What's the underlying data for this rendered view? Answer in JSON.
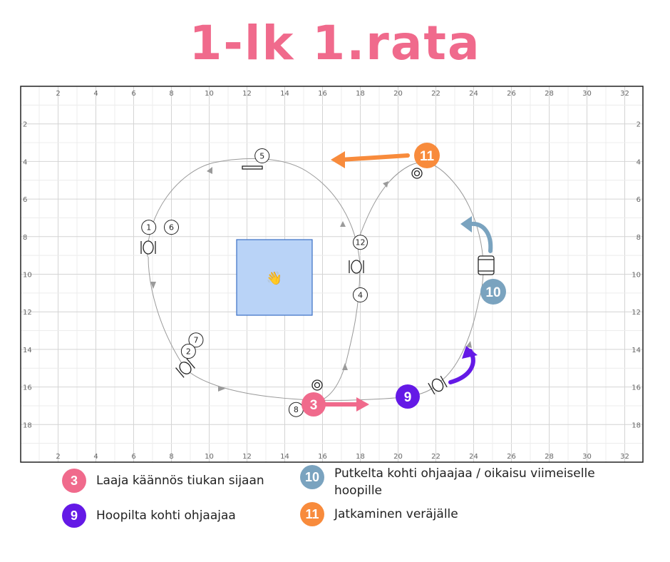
{
  "title": "1-lk 1.rata",
  "grid": {
    "x_labels": [
      "2",
      "4",
      "6",
      "8",
      "10",
      "12",
      "14",
      "16",
      "18",
      "20",
      "22",
      "24",
      "26",
      "28",
      "30",
      "32"
    ],
    "y_labels": [
      "2",
      "4",
      "6",
      "8",
      "10",
      "12",
      "14",
      "16",
      "18"
    ]
  },
  "center_emoji": "👋",
  "markers": [
    {
      "label": "1",
      "x": 6.8,
      "y": 7.5
    },
    {
      "label": "6",
      "x": 8.0,
      "y": 7.5
    },
    {
      "label": "5",
      "x": 12.8,
      "y": 3.7
    },
    {
      "label": "12",
      "x": 18.0,
      "y": 8.3
    },
    {
      "label": "4",
      "x": 18.0,
      "y": 11.1
    },
    {
      "label": "7",
      "x": 9.3,
      "y": 13.5
    },
    {
      "label": "2",
      "x": 8.9,
      "y": 14.1
    },
    {
      "label": "8",
      "x": 14.6,
      "y": 17.2
    }
  ],
  "callouts": [
    {
      "label": "3",
      "color": "#f06a8c"
    },
    {
      "label": "9",
      "color": "#6419e6"
    },
    {
      "label": "10",
      "color": "#7aa3bf"
    },
    {
      "label": "11",
      "color": "#f88b3c"
    }
  ],
  "legend": [
    {
      "badge": "3",
      "text": "Laaja käännös tiukan sijaan",
      "color": "#f06a8c"
    },
    {
      "badge": "9",
      "text": "Hoopilta kohti ohjaajaa",
      "color": "#6419e6"
    },
    {
      "badge": "10",
      "text": "Putkelta kohti ohjaajaa / oikaisu viimeiselle hoopille",
      "color": "#7aa3bf"
    },
    {
      "badge": "11",
      "text": "Jatkaminen veräjälle",
      "color": "#f88b3c"
    }
  ]
}
